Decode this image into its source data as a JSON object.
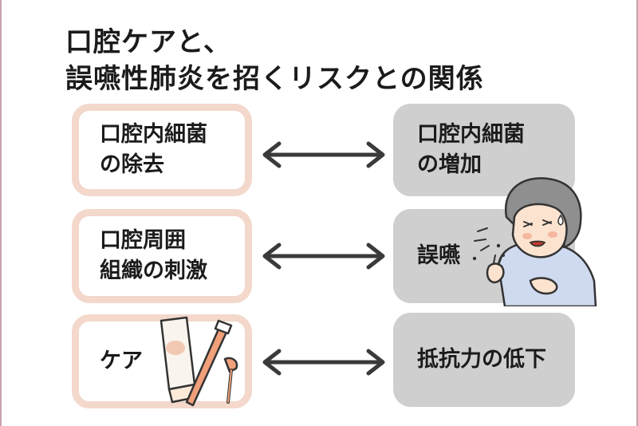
{
  "title": {
    "line1": "口腔ケアと、",
    "line2": "誤嚥性肺炎を招くリスクとの関係"
  },
  "rows": [
    {
      "left": {
        "line1": "口腔内細菌",
        "line2": "の除去"
      },
      "right": {
        "line1": "口腔内細菌",
        "line2": "の増加"
      }
    },
    {
      "left": {
        "line1": "口腔周囲",
        "line2": "組織の刺激"
      },
      "right": {
        "line1": "誤嚥",
        "line2": ""
      }
    },
    {
      "left": {
        "line1": "ケア",
        "line2": ""
      },
      "right": {
        "line1": "抵抗力の低下",
        "line2": ""
      }
    }
  ],
  "colors": {
    "left_border": "#f3d8cb",
    "right_fill": "#cfcfcf",
    "frame": "#c9a2ad",
    "text": "#1b1b1b"
  },
  "icons": [
    "double-arrow-icon",
    "coughing-elderly-person-illustration",
    "toothpaste-tube-icon",
    "toothbrush-icon",
    "floss-pick-icon"
  ]
}
